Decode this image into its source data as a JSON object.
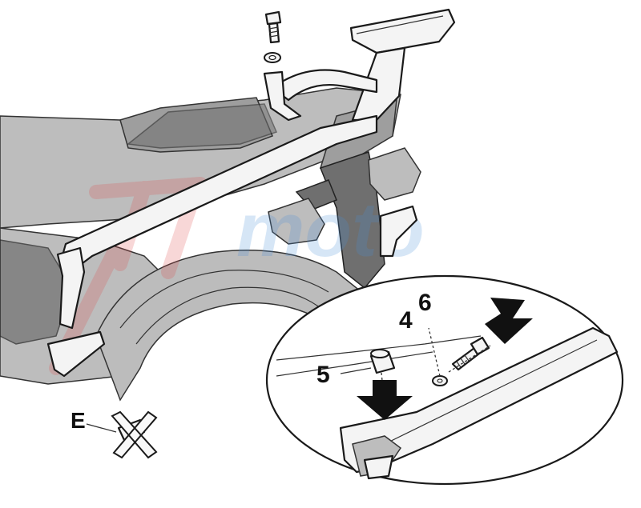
{
  "diagram": {
    "labels": {
      "e": "E",
      "part4": "4",
      "part5": "5",
      "part6": "6"
    },
    "watermark": {
      "text": "moto",
      "color_red": "#e04a4a",
      "color_blue": "#4a8fd9"
    },
    "colors": {
      "outline": "#1a1a1a",
      "arrow": "#111111",
      "body_light": "#bdbdbd",
      "body_mid": "#9e9e9e",
      "body_dark": "#6f6f6f"
    }
  }
}
